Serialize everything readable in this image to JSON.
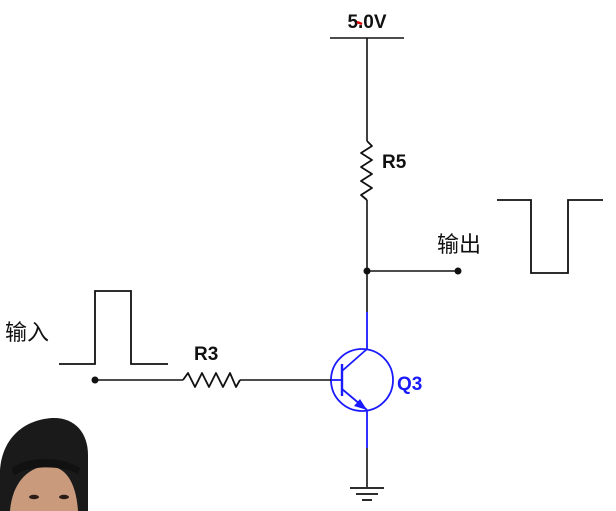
{
  "supply": {
    "label": "5.0V"
  },
  "resistors": {
    "collector": "R5",
    "base": "R3"
  },
  "transistor": {
    "label": "Q3"
  },
  "signals": {
    "input_label": "输入",
    "output_label": "输出"
  },
  "colors": {
    "wire": "#111111",
    "transistor": "#1a1aff",
    "background": "#ffffff",
    "accent": "#e00000"
  },
  "icons": [
    "ground-icon",
    "npn-transistor-icon",
    "resistor-icon",
    "input-pulse-icon",
    "output-pulse-icon",
    "webcam-person-image"
  ]
}
